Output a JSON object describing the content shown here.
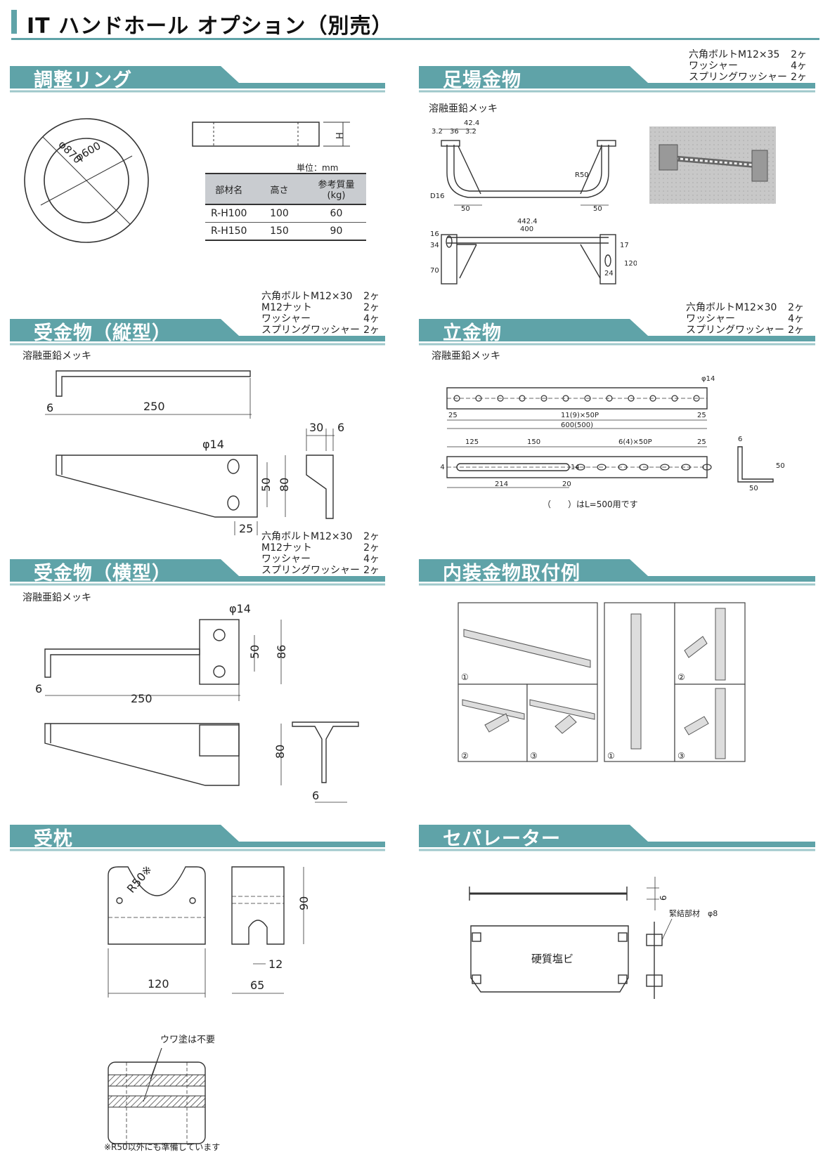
{
  "page_title": "IT ハンドホール オプション（別売）",
  "sections": {
    "adjust_ring": {
      "title": "調整リング",
      "dim_outer": "φ870",
      "dim_inner": "φ600",
      "dim_h": "H",
      "unit": "単位：mm",
      "table": {
        "headers": [
          "部材名",
          "高さ",
          "参考質量(kg)"
        ],
        "rows": [
          [
            "R-H100",
            "100",
            "60"
          ],
          [
            "R-H150",
            "150",
            "90"
          ]
        ]
      }
    },
    "step": {
      "title": "足場金物",
      "coating": "溶融亜鉛メッキ",
      "parts": [
        [
          "六角ボルトM12×35",
          "2ヶ"
        ],
        [
          "ワッシャー",
          "4ヶ"
        ],
        [
          "スプリングワッシャー",
          "2ヶ"
        ]
      ],
      "dims": {
        "d1": "42.4",
        "d2": "3.2",
        "d3": "36",
        "d4": "3.2",
        "r50": "R50",
        "d16": "D16",
        "l50a": "50",
        "l50b": "50",
        "w4424": "442.4",
        "w400": "400",
        "v34": "34",
        "v16": "16",
        "v70": "70",
        "v120": "120",
        "v24": "24",
        "v17": "17"
      }
    },
    "bracket_v": {
      "title": "受金物（縦型）",
      "coating": "溶融亜鉛メッキ",
      "parts": [
        [
          "六角ボルトM12×30",
          "2ヶ"
        ],
        [
          "M12ナット",
          "2ヶ"
        ],
        [
          "ワッシャー",
          "4ヶ"
        ],
        [
          "スプリングワッシャー",
          "2ヶ"
        ]
      ],
      "dims": {
        "t6": "6",
        "l250": "250",
        "hole": "φ14",
        "h50": "50",
        "h80": "80",
        "w25": "25",
        "s30": "30",
        "s6": "6"
      }
    },
    "stand": {
      "title": "立金物",
      "coating": "溶融亜鉛メッキ",
      "parts": [
        [
          "六角ボルトM12×30",
          "2ヶ"
        ],
        [
          "ワッシャー",
          "4ヶ"
        ],
        [
          "スプリングワッシャー",
          "2ヶ"
        ]
      ],
      "dims": {
        "hole": "φ14",
        "a25": "25",
        "p": "11(9)×50P",
        "b25": "25",
        "total": "600(500)",
        "c125": "125",
        "c150": "150",
        "p2": "6(4)×50P",
        "c25": "25",
        "h14": "14",
        "h14b": "14",
        "w214": "214",
        "w20": "20",
        "s6": "6",
        "s50": "50",
        "s50b": "50"
      },
      "note": "（　　）はL=500用です"
    },
    "bracket_h": {
      "title": "受金物（横型）",
      "coating": "溶融亜鉛メッキ",
      "parts": [
        [
          "六角ボルトM12×30",
          "2ヶ"
        ],
        [
          "M12ナット",
          "2ヶ"
        ],
        [
          "ワッシャー",
          "4ヶ"
        ],
        [
          "スプリングワッシャー",
          "2ヶ"
        ]
      ],
      "dims": {
        "hole": "φ14",
        "h50": "50",
        "h86": "86",
        "t6": "6",
        "l250": "250",
        "h80": "80",
        "b6": "6"
      }
    },
    "install": {
      "title": "内装金物取付例",
      "labels": [
        "①",
        "②",
        "③",
        "①",
        "②",
        "③"
      ]
    },
    "pillow": {
      "title": "受枕",
      "dims": {
        "r50": "R50※",
        "h90": "90",
        "w120": "120",
        "w65": "65",
        "w12": "12"
      },
      "paint_note": "ウワ塗は不要",
      "footnote": "※R50以外にも準備しています"
    },
    "separator": {
      "title": "セパレーター",
      "dims": {
        "d6": "6",
        "tie": "緊結部材　φ8"
      },
      "material": "硬質塩ビ"
    }
  },
  "colors": {
    "accent": "#5fa3a8",
    "line": "#333333"
  }
}
